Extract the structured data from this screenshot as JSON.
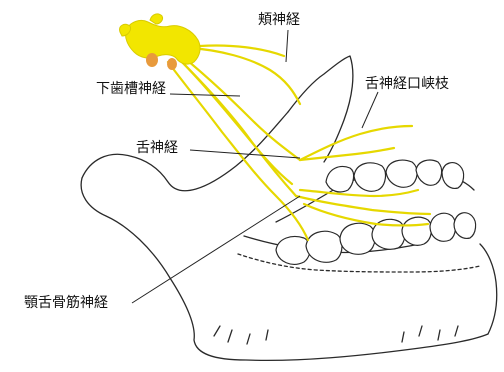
{
  "labels": {
    "buccal_nerve": "頬神経",
    "inferior_alveolar_nerve": "下歯槽神経",
    "lingual_nerve": "舌神経",
    "lingual_nerve_isthmus_branch": "舌神経口峡枝",
    "mylohyoid_nerve": "顎舌骨筋神経"
  },
  "colors": {
    "nerve": "#f2e600",
    "nerve_stroke": "#d9cc00",
    "foramen": "#e89a3c",
    "outline": "#2a2a2a",
    "leader": "#222222"
  }
}
